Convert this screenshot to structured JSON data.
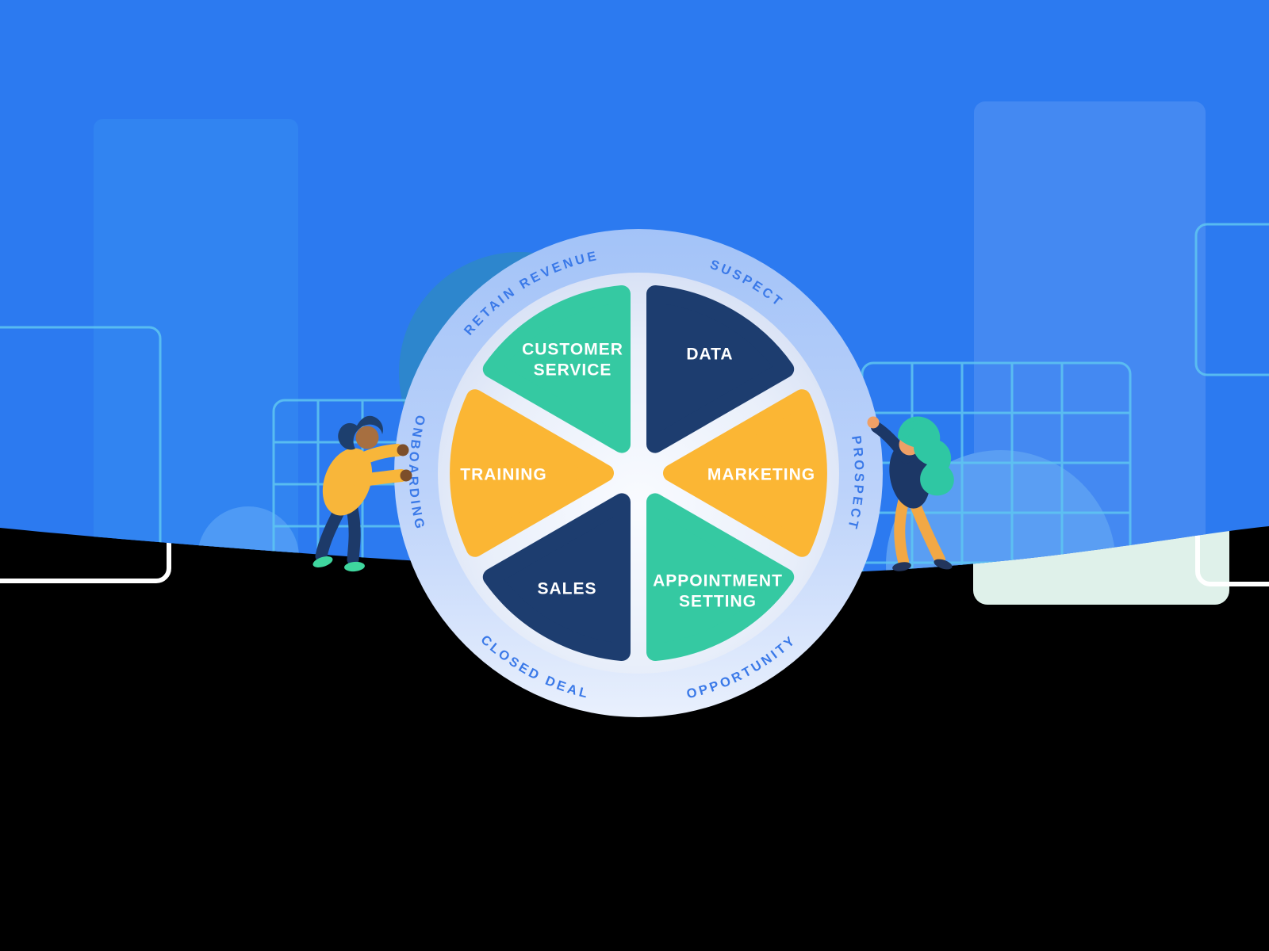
{
  "scene": {
    "page_background": "#000000",
    "sky_color": "#2c7af0",
    "building_left_color": "#3184f1",
    "building_right_color": "#4489f2",
    "dark_circle_color": "#2d86cd",
    "dome_color": "#549af4",
    "grid_line_color": "#5fc6f1",
    "mint_panel_color": "#dff1ea",
    "ground_outline_color": "#ffffff"
  },
  "wheel": {
    "ring_color_top": "#a6c5f7",
    "ring_color_bottom": "#e6eefd",
    "disc_color_center": "#f8fafe",
    "disc_color_edge": "#ccd8f2",
    "stage_label_color": "#3a79e8",
    "segment_label_color": "#ffffff",
    "segments": [
      {
        "id": "customer-service",
        "color": "#35c9a2",
        "label_lines": [
          "CUSTOMER",
          "SERVICE"
        ]
      },
      {
        "id": "data",
        "color": "#1d3d6f",
        "label_lines": [
          "DATA"
        ]
      },
      {
        "id": "marketing",
        "color": "#fbb634",
        "label_lines": [
          "MARKETING"
        ]
      },
      {
        "id": "appointment-setting",
        "color": "#35c9a2",
        "label_lines": [
          "APPOINTMENT",
          "SETTING"
        ]
      },
      {
        "id": "sales",
        "color": "#1d3d6f",
        "label_lines": [
          "SALES"
        ]
      },
      {
        "id": "training",
        "color": "#fbb634",
        "label_lines": [
          "TRAINING"
        ]
      }
    ],
    "stages": [
      {
        "id": "retain-revenue",
        "label": "RETAIN REVENUE"
      },
      {
        "id": "suspect",
        "label": "SUSPECT"
      },
      {
        "id": "prospect",
        "label": "PROSPECT"
      },
      {
        "id": "opportunity",
        "label": "OPPORTUNITY"
      },
      {
        "id": "closed-deal",
        "label": "CLOSED DEAL"
      },
      {
        "id": "onboarding",
        "label": "ONBOARDING"
      }
    ]
  },
  "illustration": {
    "left_person": "person pushing the wheel",
    "right_person": "person reaching up to the wheel"
  }
}
